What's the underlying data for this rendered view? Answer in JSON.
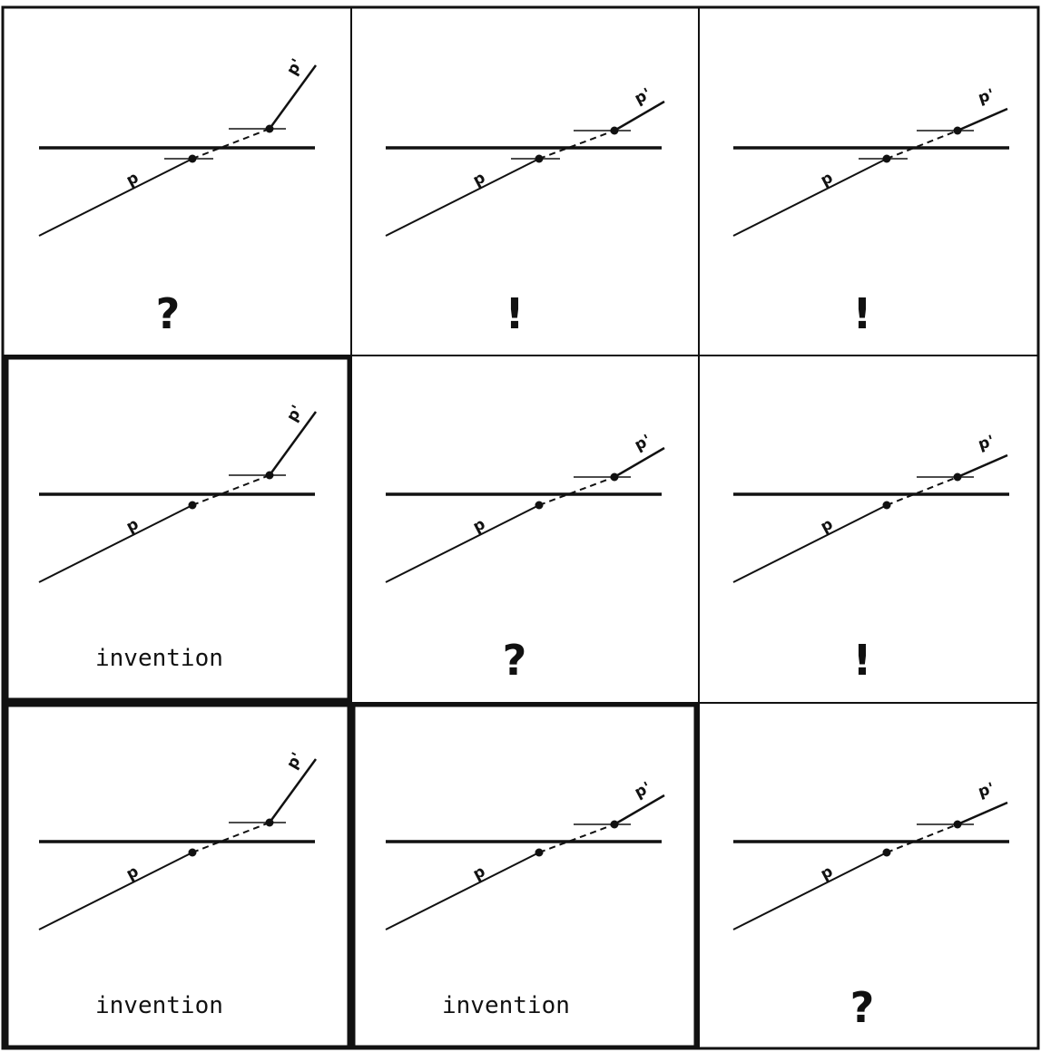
{
  "figure": {
    "label_p": "p",
    "label_p_prime": "p'",
    "panels": [
      {
        "caption": "?",
        "caption_style": "mark",
        "highlighted": false,
        "bend": "steep",
        "tick_marks": true
      },
      {
        "caption": "!",
        "caption_style": "mark",
        "highlighted": false,
        "bend": "same",
        "tick_marks": true
      },
      {
        "caption": "!",
        "caption_style": "mark",
        "highlighted": false,
        "bend": "shallow",
        "tick_marks": true
      },
      {
        "caption": "invention",
        "caption_style": "text",
        "highlighted": true,
        "bend": "steep",
        "tick_marks": false
      },
      {
        "caption": "?",
        "caption_style": "mark",
        "highlighted": false,
        "bend": "same",
        "tick_marks": false
      },
      {
        "caption": "!",
        "caption_style": "mark",
        "highlighted": false,
        "bend": "shallow",
        "tick_marks": false
      },
      {
        "caption": "invention",
        "caption_style": "text",
        "highlighted": true,
        "bend": "steep",
        "tick_marks": false
      },
      {
        "caption": "invention",
        "caption_style": "text",
        "highlighted": true,
        "bend": "same",
        "tick_marks": false
      },
      {
        "caption": "?",
        "caption_style": "mark",
        "highlighted": false,
        "bend": "shallow",
        "tick_marks": false
      }
    ]
  }
}
